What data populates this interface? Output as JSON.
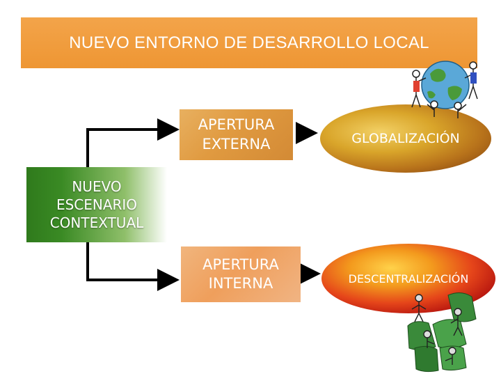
{
  "title": "NUEVO ENTORNO DE DESARROLLO LOCAL",
  "nodes": {
    "apertura_externa": "APERTURA\nEXTERNA",
    "apertura_interna": "APERTURA\nINTERNA",
    "nuevo_escenario": "NUEVO\nESCENARIO\nCONTEXTUAL",
    "globalizacion": "GLOBALIZACIÓN",
    "descentralizacion": "DESCENTRALIZACIÓN"
  },
  "colors": {
    "title_bg": "#ee9633",
    "apertura_externa_bg": "#e09a40",
    "apertura_interna_bg": "#ef9f5c",
    "escenario_bg": "#3a8a24",
    "globalizacion_bg": "#d9a52a",
    "descentralizacion_bg": "#e5451a",
    "arrows": "#000000"
  },
  "icons": [
    "globe-people-clipart-icon",
    "people-puzzle-clipart-icon"
  ]
}
